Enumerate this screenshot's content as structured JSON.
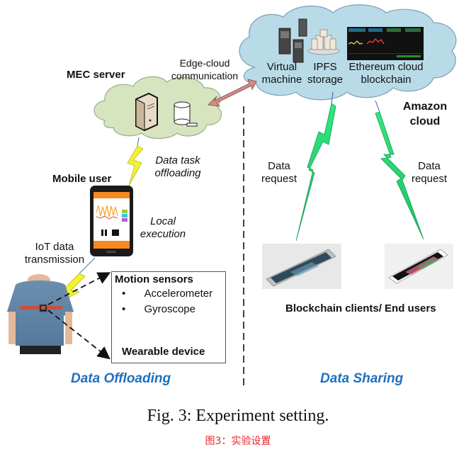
{
  "figure": {
    "caption": "Fig. 3: Experiment setting.",
    "caption_translation": "图3：实验设置"
  },
  "sections": {
    "left": "Data Offloading",
    "right": "Data Sharing"
  },
  "mec": {
    "title": "MEC server",
    "cloud_color": "#d6e4bf"
  },
  "amazon": {
    "title_line1": "Amazon",
    "title_line2": "cloud",
    "cloud_color": "#b9dbe8",
    "components": [
      {
        "line1": "Virtual",
        "line2": "machine"
      },
      {
        "line1": "IPFS",
        "line2": "storage"
      },
      {
        "line1": "Ethereum cloud",
        "line2": "blockchain"
      }
    ]
  },
  "links": {
    "edge_cloud_line1": "Edge-cloud",
    "edge_cloud_line2": "communication",
    "edge_cloud_arrow_color": "#d98a86",
    "offload_line1": "Data task",
    "offload_line2": "offloading",
    "local_line1": "Local",
    "local_line2": "execution",
    "iot_line1": "IoT data",
    "iot_line2": "transmission",
    "request_left_line1": "Data",
    "request_left_line2": "request",
    "request_right_line1": "Data",
    "request_right_line2": "request",
    "request_bolt_color": "#27e07a",
    "wireless_bolt_color": "#f2f230"
  },
  "mobile": {
    "title": "Mobile user",
    "app_color": "#f58a1f"
  },
  "sensors": {
    "title": "Motion sensors",
    "items": [
      "Accelerometer",
      "Gyroscope"
    ],
    "device_label": "Wearable device"
  },
  "clients": {
    "label": "Blockchain clients/ End users"
  },
  "colors": {
    "section_blue": "#1f6fc0",
    "caption_red": "#e8262b"
  }
}
